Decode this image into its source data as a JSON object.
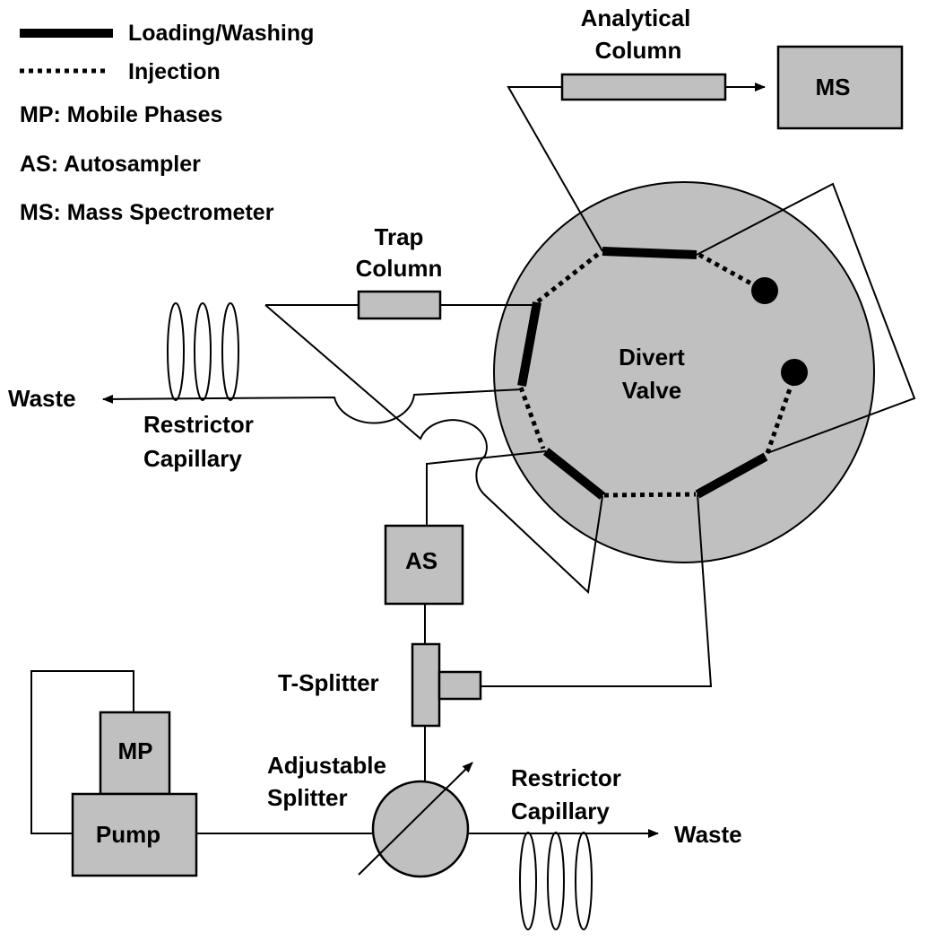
{
  "legend": {
    "loading_washing": "Loading/Washing",
    "injection": "Injection",
    "mp_def": "MP: Mobile Phases",
    "as_def": "AS: Autosampler",
    "ms_def": "MS: Mass Spectrometer"
  },
  "labels": {
    "analytical_column_line1": "Analytical",
    "analytical_column_line2": "Column",
    "ms": "MS",
    "trap_column_line1": "Trap",
    "trap_column_line2": "Column",
    "divert_valve_line1": "Divert",
    "divert_valve_line2": "Valve",
    "waste_top": "Waste",
    "restrictor_top_line1": "Restrictor",
    "restrictor_top_line2": "Capillary",
    "as": "AS",
    "t_splitter": "T-Splitter",
    "mp": "MP",
    "pump": "Pump",
    "adjustable_splitter_line1": "Adjustable",
    "adjustable_splitter_line2": "Splitter",
    "restrictor_bottom_line1": "Restrictor",
    "restrictor_bottom_line2": "Capillary",
    "waste_bottom": "Waste"
  },
  "colors": {
    "component_fill": "#c0c0c0",
    "line": "#000000",
    "background": "#ffffff"
  }
}
